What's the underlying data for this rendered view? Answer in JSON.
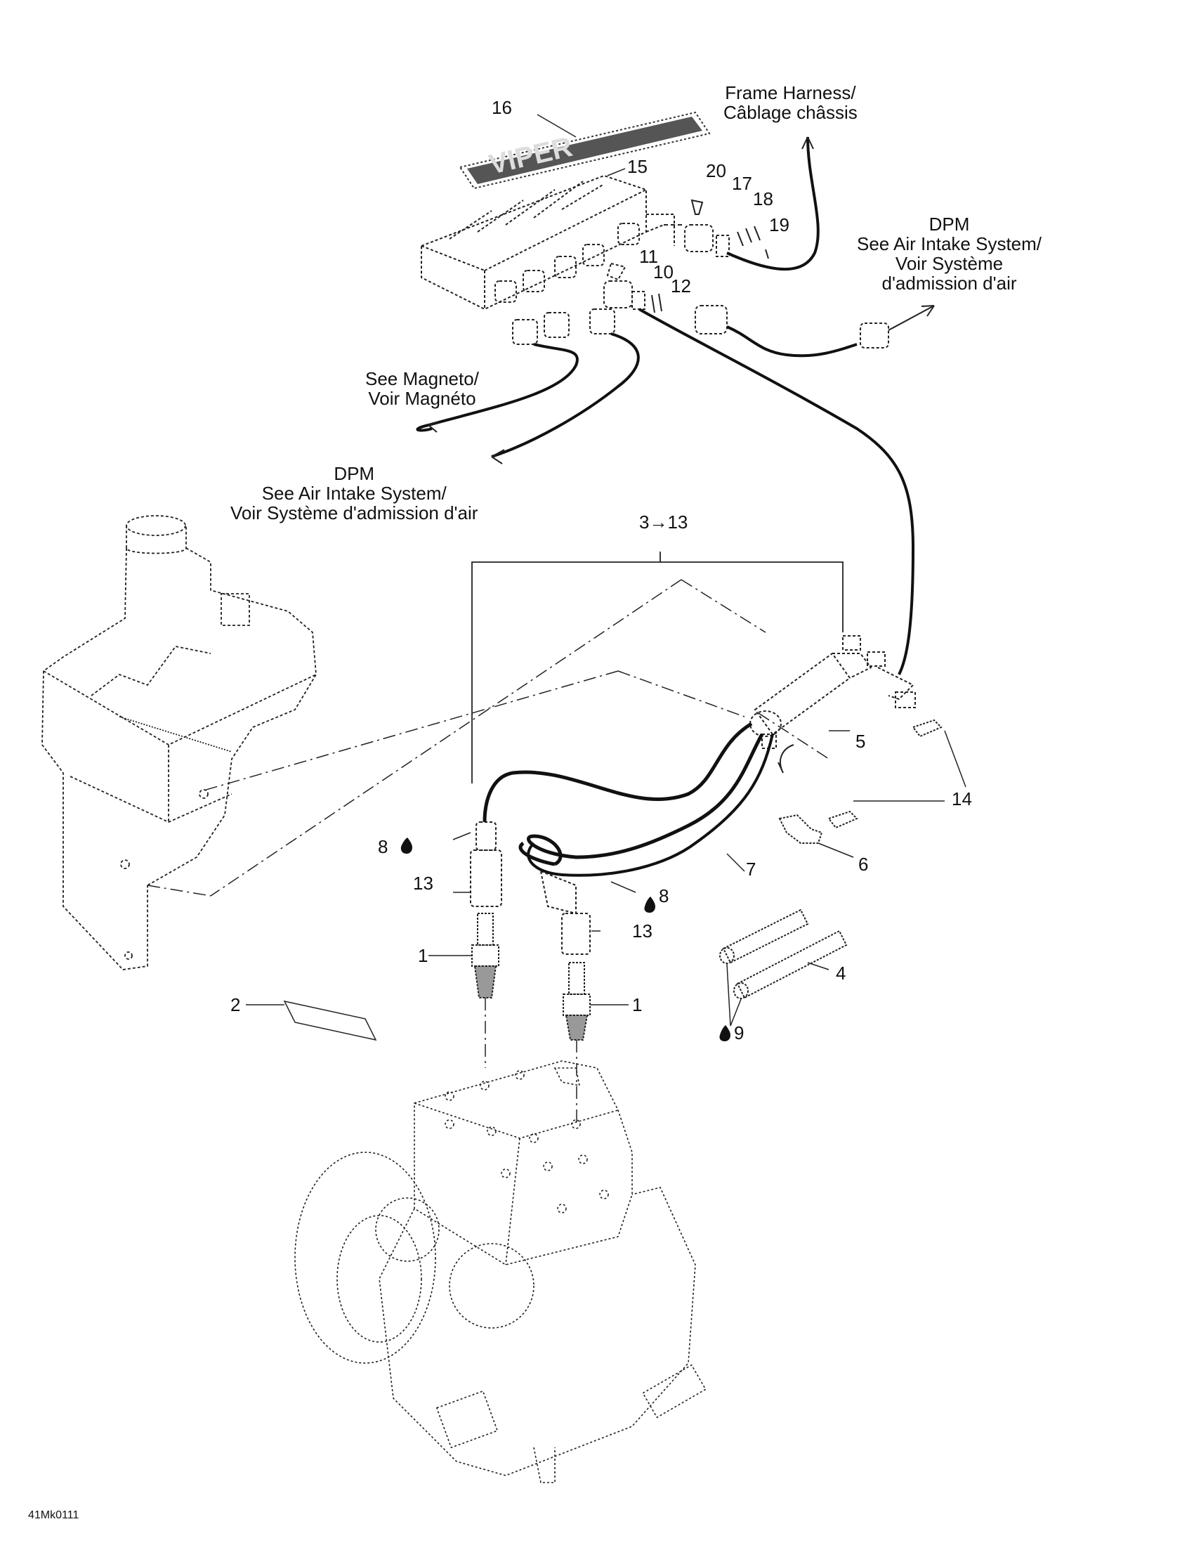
{
  "notes": {
    "frame_harness": [
      "Frame Harness/",
      "Câblage châssis"
    ],
    "dpm_right": [
      "DPM",
      "See Air Intake System/",
      "Voir Système",
      "d'admission d'air"
    ],
    "magneto": [
      "See Magneto/",
      "Voir Magnéto"
    ],
    "dpm_left": [
      "DPM",
      "See Air Intake System/",
      "Voir Système d'admission d'air"
    ]
  },
  "callouts": {
    "c16": "16",
    "c15": "15",
    "c20": "20",
    "c17": "17",
    "c18": "18",
    "c19": "19",
    "c11": "11",
    "c10": "10",
    "c12": "12",
    "c3to13": "3→13",
    "c5": "5",
    "c14": "14",
    "c7": "7",
    "c6": "6",
    "c8a": "8",
    "c8b": "8",
    "c13a": "13",
    "c13b": "13",
    "c1a": "1",
    "c1b": "1",
    "c2": "2",
    "c4": "4",
    "c9": "9"
  },
  "decal_text": "VIPER",
  "drawing_code": "41Mk0111",
  "icons": {
    "drop": "drop-icon"
  }
}
